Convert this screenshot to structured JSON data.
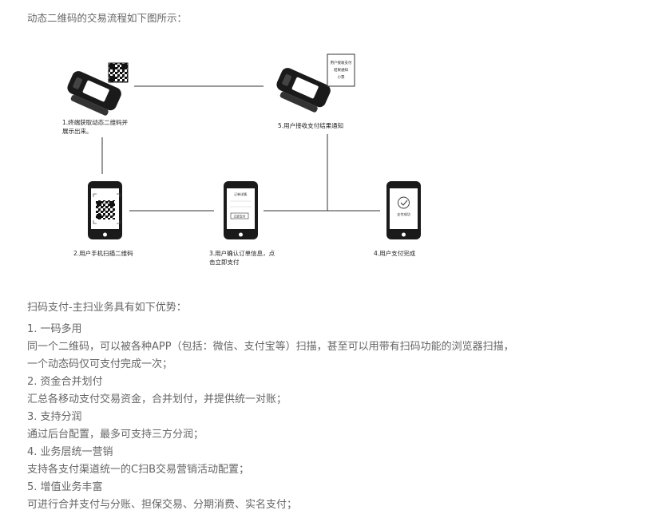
{
  "intro": "动态二维码的交易流程如下图所示：",
  "diagram": {
    "step1": [
      "1.终端获取动态二维码并",
      "展示出来。"
    ],
    "step2": "2.用户手机扫描二维码",
    "step3": [
      "3.用户确认订单信息，点",
      "击立即支付"
    ],
    "step4": "4.用户支付完成",
    "step5": "5.用户接收支付结果通知",
    "phone3_screen": {
      "title": "订单详情",
      "button": "立即支付"
    },
    "phone4_screen": "支付成功",
    "receipt": [
      "用户接收支付",
      "结果通知",
      "小票"
    ]
  },
  "section_title": "扫码支付-主扫业务具有如下优势：",
  "advantages": [
    {
      "title": "1. 一码多用",
      "lines": [
        "同一个二维码，可以被各种APP（包括：微信、支付宝等）扫描，甚至可以用带有扫码功能的浏览器扫描，",
        "一个动态码仅可支付完成一次；"
      ]
    },
    {
      "title": "2. 资金合并划付",
      "lines": [
        "汇总各移动支付交易资金，合并划付，并提供统一对账；"
      ]
    },
    {
      "title": "3. 支持分润",
      "lines": [
        "通过后台配置，最多可支持三方分润；"
      ]
    },
    {
      "title": "4. 业务层统一营销",
      "lines": [
        "支持各支付渠道统一的C扫B交易营销活动配置；"
      ]
    },
    {
      "title": "5. 增值业务丰富",
      "lines": [
        "可进行合并支付与分账、担保交易、分期消费、实名支付；"
      ]
    }
  ]
}
